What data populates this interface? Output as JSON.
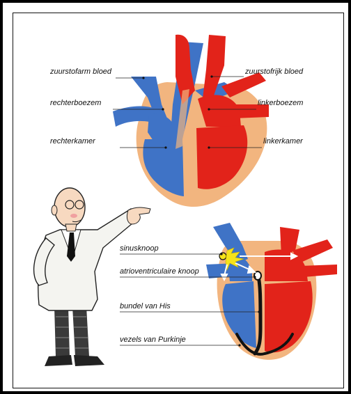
{
  "labels": {
    "zuurstofarm_bloed": "zuurstofarm bloed",
    "zuurstofrijk_bloed": "zuurstofrijk bloed",
    "rechterboezem": "rechterboezem",
    "linkerboezem": "linkerboezem",
    "rechterkamer": "rechterkamer",
    "linkerkamer": "linkerkamer",
    "sinusknoop": "sinusknoop",
    "av_knoop": "atrioventriculaire knoop",
    "bundel_van_his": "bundel van His",
    "purkinje": "vezels van Purkinje"
  },
  "colors": {
    "oxygen_poor": "#3f73c6",
    "oxygen_rich": "#e2231a",
    "muscle": "#f2b57f",
    "conduction": "#f5e31a"
  }
}
